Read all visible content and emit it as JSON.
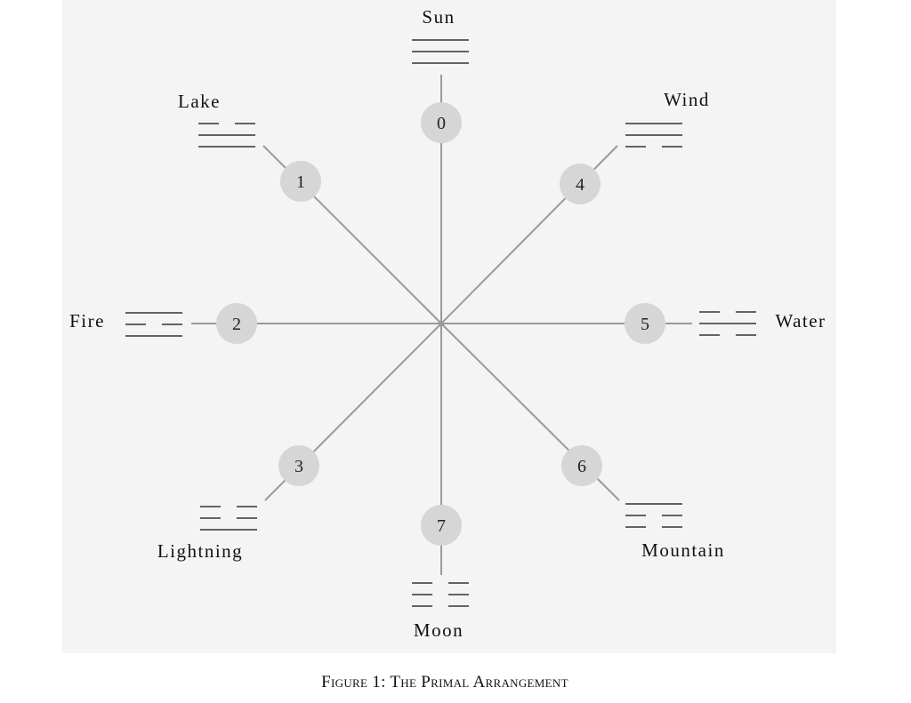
{
  "caption": "Figure 1:  The Primal Arrangement",
  "trigrams": [
    {
      "number": "0",
      "name": "Sun",
      "lines": [
        "solid",
        "solid",
        "solid"
      ]
    },
    {
      "number": "1",
      "name": "Lake",
      "lines": [
        "broken",
        "solid",
        "solid"
      ]
    },
    {
      "number": "2",
      "name": "Fire",
      "lines": [
        "solid",
        "broken",
        "solid"
      ]
    },
    {
      "number": "3",
      "name": "Lightning",
      "lines": [
        "broken",
        "broken",
        "solid"
      ]
    },
    {
      "number": "4",
      "name": "Wind",
      "lines": [
        "solid",
        "solid",
        "broken"
      ]
    },
    {
      "number": "5",
      "name": "Water",
      "lines": [
        "broken",
        "solid",
        "broken"
      ]
    },
    {
      "number": "6",
      "name": "Mountain",
      "lines": [
        "solid",
        "broken",
        "broken"
      ]
    },
    {
      "number": "7",
      "name": "Moon",
      "lines": [
        "broken",
        "broken",
        "broken"
      ]
    }
  ]
}
